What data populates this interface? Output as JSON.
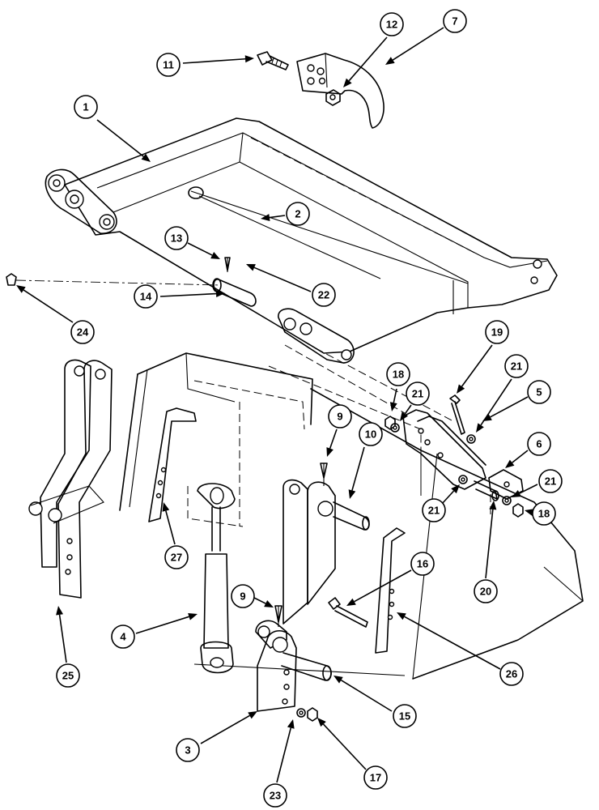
{
  "callouts": [
    {
      "label": "1"
    },
    {
      "label": "2"
    },
    {
      "label": "3"
    },
    {
      "label": "4"
    },
    {
      "label": "5"
    },
    {
      "label": "6"
    },
    {
      "label": "7"
    },
    {
      "label": "9"
    },
    {
      "label": "9"
    },
    {
      "label": "10"
    },
    {
      "label": "11"
    },
    {
      "label": "12"
    },
    {
      "label": "13"
    },
    {
      "label": "14"
    },
    {
      "label": "15"
    },
    {
      "label": "16"
    },
    {
      "label": "17"
    },
    {
      "label": "18"
    },
    {
      "label": "18"
    },
    {
      "label": "19"
    },
    {
      "label": "20"
    },
    {
      "label": "21"
    },
    {
      "label": "21"
    },
    {
      "label": "21"
    },
    {
      "label": "21"
    },
    {
      "label": "22"
    },
    {
      "label": "23"
    },
    {
      "label": "24"
    },
    {
      "label": "25"
    },
    {
      "label": "26"
    },
    {
      "label": "27"
    }
  ]
}
